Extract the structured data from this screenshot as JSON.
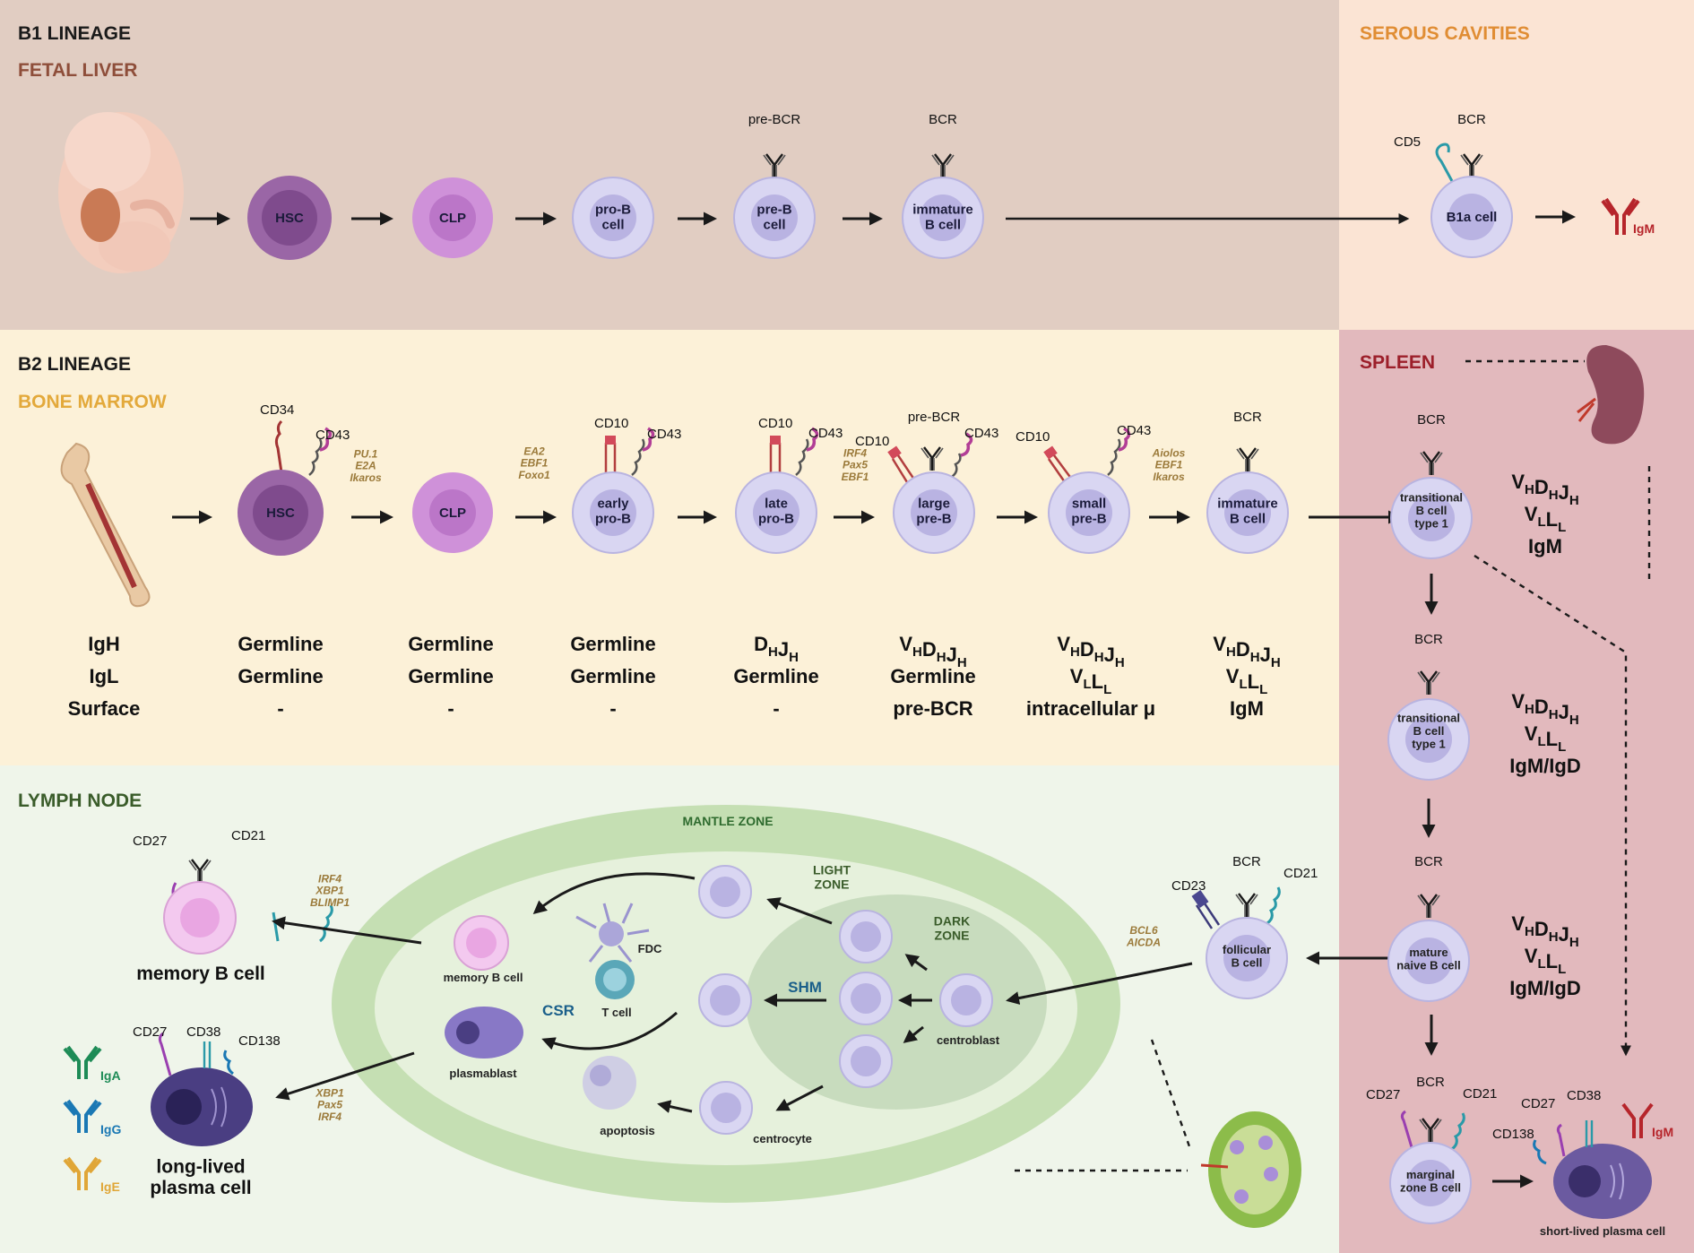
{
  "b1": {
    "title": "B1 LINEAGE",
    "site": "FETAL LIVER",
    "cavity": "SEROUS CAVITIES",
    "cells": [
      "HSC",
      "CLP",
      "pro-B\ncell",
      "pre-B\ncell",
      "immature\nB cell",
      "B1a cell"
    ],
    "markers": {
      "pre_bcr": "pre-BCR",
      "bcr": "BCR",
      "bcr2": "BCR",
      "cd5": "CD5",
      "igm": "IgM"
    }
  },
  "b2": {
    "title": "B2 LINEAGE",
    "site": "BONE MARROW",
    "cells": [
      "HSC",
      "CLP",
      "early\npro-B",
      "late\npro-B",
      "large\npre-B",
      "small\npre-B",
      "immature\nB cell"
    ],
    "markers": {
      "cd34": "CD34",
      "cd43a": "CD43",
      "cd10a": "CD10",
      "cd43b": "CD43",
      "cd10b": "CD10",
      "cd43c": "CD43",
      "cd10c": "CD10",
      "pre_bcr": "pre-BCR",
      "cd43d": "CD43",
      "cd10d": "CD10",
      "cd43e": "CD43",
      "bcr": "BCR"
    },
    "factors": [
      "PU.1\nE2A\nIkaros",
      "EA2\nEBF1\nFoxo1",
      "IRF4\nPax5\nEBF1",
      "Aiolos\nEBF1\nIkaros"
    ],
    "row_labels": [
      "IgH",
      "IgL",
      "Surface"
    ],
    "columns": [
      [
        "Germline",
        "Germline",
        "-"
      ],
      [
        "Germline",
        "Germline",
        "-"
      ],
      [
        "Germline",
        "Germline",
        "-"
      ],
      [
        "DHJH",
        "Germline",
        "-"
      ],
      [
        "VHDHJH",
        "Germline",
        "pre-BCR"
      ],
      [
        "VHDHJH",
        "VLLL",
        "intracellular μ"
      ],
      [
        "VHDHJH",
        "VLLL",
        "IgM"
      ]
    ]
  },
  "spleen": {
    "title": "SPLEEN",
    "cells": [
      "transitional\nB cell\ntype 1",
      "transitional\nB cell\ntype 1",
      "mature\nnaive B cell",
      "marginal\nzone B cell",
      "follicular\nB cell"
    ],
    "bcr_labels": [
      "BCR",
      "BCR",
      "BCR",
      "BCR",
      "BCR"
    ],
    "marginal_markers": [
      "CD27",
      "CD21"
    ],
    "follicular_markers": [
      "CD23",
      "CD21"
    ],
    "stage_values": [
      [
        "VHDHJH",
        "VLLL",
        "IgM"
      ],
      [
        "VHDHJH",
        "VLLL",
        "IgM/IgD"
      ],
      [
        "VHDHJH",
        "VLLL",
        "IgM/IgD"
      ]
    ],
    "plasma": {
      "label": "short-lived plasma cell",
      "markers": [
        "CD27",
        "CD38",
        "CD138"
      ],
      "igm": "IgM"
    },
    "factors": "BCL6\nAICDA"
  },
  "lymph": {
    "title": "LYMPH NODE",
    "mantle": "MANTLE ZONE",
    "light": "LIGHT\nZONE",
    "dark": "DARK\nZONE",
    "shm": "SHM",
    "csr": "CSR",
    "centroblast": "centroblast",
    "centrocyte": "centrocyte",
    "apoptosis": "apoptosis",
    "fdc": "FDC",
    "tcell": "T cell",
    "memory_inner": "memory B cell",
    "plasmablast": "plasmablast",
    "memory": {
      "label": "memory B cell",
      "markers": [
        "CD27",
        "CD21"
      ],
      "factors": "IRF4\nXBP1\nBLIMP1"
    },
    "plasma": {
      "label": "long-lived\nplasma cell",
      "markers": [
        "CD27",
        "CD38",
        "CD138"
      ],
      "factors": "XBP1\nPax5\nIRF4"
    },
    "isotypes": [
      "IgA",
      "IgG",
      "IgE"
    ]
  },
  "colors": {
    "b1_bg": "#e1cdc2",
    "serous_bg": "#fbe4d4",
    "b2_bg": "#fcf1d8",
    "spleen_bg": "#e2b9bd",
    "lymph_bg": "#eff5ea",
    "b2_site": "#e3a93b",
    "spleen": "#9c1f2a",
    "lymph": "#3a5c2a",
    "fetal": "#8e4e3a",
    "serous": "#e08d34",
    "hsc": "#9a66a6",
    "clp": "#cf91d9",
    "b": "#d9d6f2",
    "igA": "#1d8b56",
    "igG": "#1a78b4",
    "igE": "#e0a637",
    "igM": "#b6252b"
  }
}
